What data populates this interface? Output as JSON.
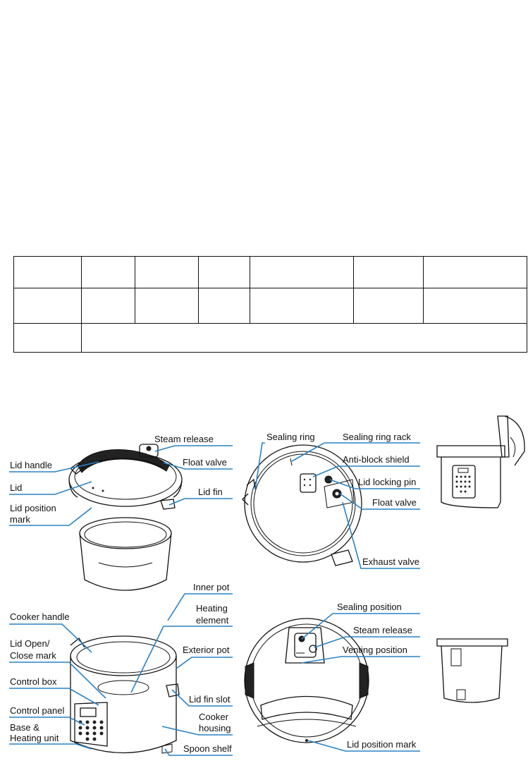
{
  "labels": {
    "steam_release": "Steam release",
    "lid_handle": "Lid handle",
    "float_valve": "Float valve",
    "lid": "Lid",
    "lid_fin": "Lid fin",
    "lid_position_mark_1": "Lid position",
    "lid_position_mark_2": "mark",
    "inner_pot": "Inner pot",
    "sealing_ring": "Sealing ring",
    "sealing_ring_rack": "Sealing ring rack",
    "anti_block_shield": "Anti-block shield",
    "lid_locking_pin": "Lid locking pin",
    "float_valve_2": "Float valve",
    "exhaust_valve": "Exhaust valve",
    "cooker_handle": "Cooker handle",
    "heating_element_1": "Heating",
    "heating_element_2": "element",
    "lid_open_close_1": "Lid Open/",
    "lid_open_close_2": "Close mark",
    "exterior_pot": "Exterior pot",
    "control_box": "Control box",
    "lid_fin_slot": "Lid fin slot",
    "control_panel": "Control panel",
    "cooker_housing_1": "Cooker",
    "cooker_housing_2": "housing",
    "base_heating_1": "Base &",
    "base_heating_2": "Heating unit",
    "spoon_shelf": "Spoon shelf",
    "sealing_position": "Sealing position",
    "steam_release_2": "Steam release",
    "venting_position": "Venting position",
    "lid_position_mark_b": "Lid position mark"
  },
  "colors": {
    "leader": "#2a82c4",
    "ink": "#111111"
  }
}
